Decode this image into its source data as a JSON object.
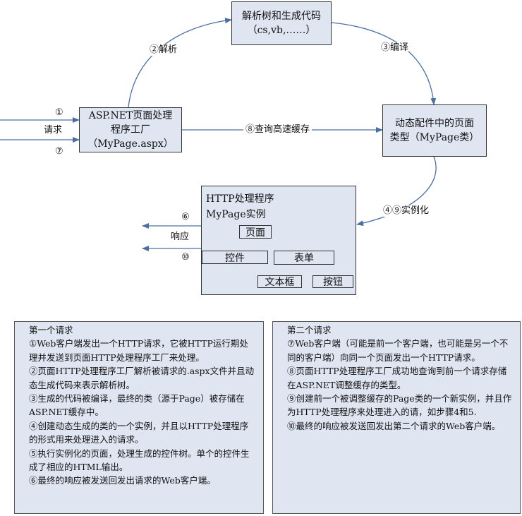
{
  "boxes": {
    "parse": {
      "line1": "解析树和生成代码",
      "line2": "（cs,vb,……）"
    },
    "factory": {
      "line1": "ASP.NET页面处理",
      "line2": "程序工厂",
      "line3": "（MyPage.aspx）"
    },
    "dynamic": {
      "line1": "动态配件中的页面",
      "line2": "类型（MyPage类）"
    },
    "http_handler": {
      "line1": "HTTP处理程序",
      "line2": "MyPage实例"
    }
  },
  "tree": {
    "page": "页面",
    "control": "控件",
    "form": "表单",
    "textbox": "文本框",
    "button": "按钮"
  },
  "arrows": {
    "step1": "①",
    "request": "请求",
    "step7": "⑦",
    "parse": "②解析",
    "compile": "③编译",
    "cache_query": "⑧查询高速缓存",
    "instantiate": "④⑨实例化",
    "step6": "⑥",
    "response": "响应",
    "step10": "⑩"
  },
  "first_request": {
    "title": "第一个请求",
    "items": [
      "①Web客户端发出一个HTTP请求，它被HTTP运行期处理并发送到页面HTTP处理程序工厂来处理。",
      "②页面HTTP处理程序工厂解析被请求的.aspx文件并且动态生成代码来表示解析树。",
      "③生成的代码被编译，最终的类（源于Page）被存储在ASP.NET缓存中。",
      "④创建动态生成的类的一个实例，并且以HTTP处理程序的形式用来处理进入的请求。",
      "⑤执行实例化的页面，处理生成的控件树。单个的控件生成了相应的HTML输出。",
      "⑥最终的响应被发送回发出请求的Web客户端。"
    ]
  },
  "second_request": {
    "title": "第二个请求",
    "items": [
      "⑦Web客户端（可能是前一个客户端，也可能是另一个不同的客户端）向同一个页面发出一个HTTP请求。",
      "⑧页面HTTP处理程序工厂成功地查询到前一个请求存储在ASP.NET调整缓存的类型。",
      "⑨创建前一个被调整缓存的Page类的一个新实例，并且作为HTTP处理程序来处理进入的请，如步骤4和5.",
      "⑩最终的响应被发送回发出第二个请求的Web客户端。"
    ]
  }
}
